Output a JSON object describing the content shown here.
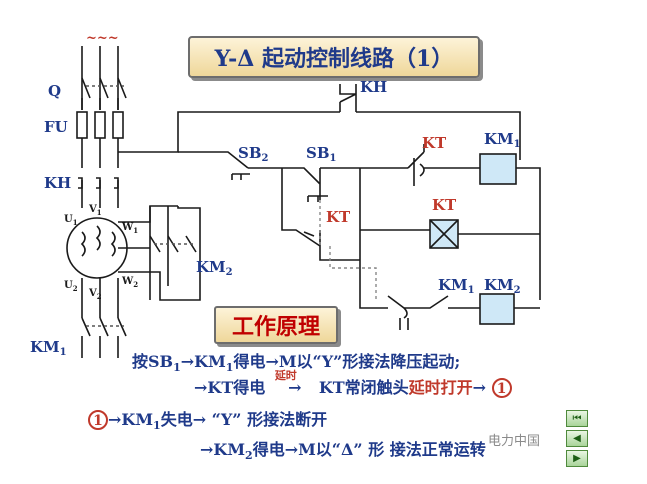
{
  "title": "Y-Δ 起动控制线路（1）",
  "principle_heading": "工作原理",
  "labels": {
    "tilde": "~~~",
    "q": "Q",
    "fu": "FU",
    "kh_left": "KH",
    "km1_left": "KM",
    "u1": "U",
    "v1": "V",
    "w1": "W",
    "u2": "U",
    "v2": "V",
    "w2": "W",
    "km2_motor": "KM",
    "kh_top": "KH",
    "sb2": "SB",
    "sb1": "SB",
    "kt_dashed": "KT",
    "kt_contact": "KT",
    "km1_coil": "KM",
    "kt_coil": "KT",
    "km1_aux": "KM",
    "km2_coil": "KM",
    "sub1": "1",
    "sub2": "2"
  },
  "lines": {
    "l1_prefix": "按SB",
    "l1_rest": "→KM",
    "l1_tail": "得电→M以“Y”形接法降压起动;",
    "l2_a": "→KT得电",
    "l2_delay": "延时",
    "l2_b": "KT常闭触头",
    "l2_c": "延时打开",
    "circle": "1",
    "l3_a": "→KM",
    "l3_b": "失电→ “Y” 形接法断开",
    "l4_a": "→KM",
    "l4_b": "得电→M以“Δ” 形 接法正常运转"
  },
  "watermark": "电力中国",
  "nav": {
    "first": "⏮",
    "prev": "◀",
    "next": "▶"
  },
  "colors": {
    "line": "#1a1a1a",
    "blue_text": "#1f3a8a",
    "red_text": "#c0392b",
    "coil_fill": "#cfe8f7",
    "dashed": "#888888"
  }
}
